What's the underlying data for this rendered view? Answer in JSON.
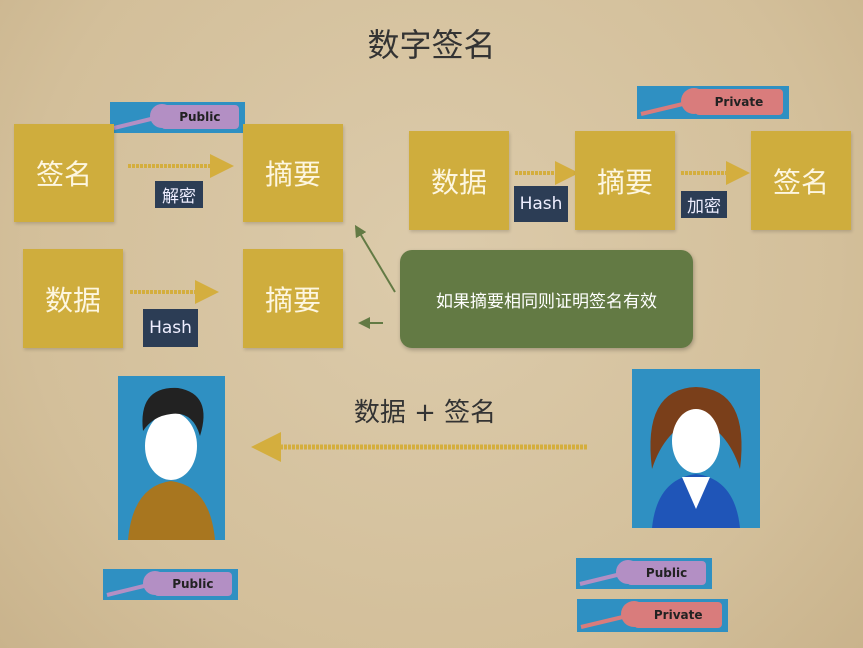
{
  "title": "数字签名",
  "left": {
    "sig_box": "签名",
    "digest_box1": "摘要",
    "decrypt_label": "解密",
    "data_box": "数据",
    "digest_box2": "摘要",
    "hash_label": "Hash",
    "key_label": "Public"
  },
  "right": {
    "data_box": "数据",
    "hash_label": "Hash",
    "digest_box": "摘要",
    "encrypt_label": "加密",
    "sig_box": "签名",
    "key_label": "Private"
  },
  "compare_note": "如果摘要相同则证明签名有效",
  "transfer_label": "数据 + 签名",
  "receiver": {
    "key_label": "Public"
  },
  "sender": {
    "public_key_label": "Public",
    "private_key_label": "Private"
  },
  "colors": {
    "box": "#cfad3d",
    "label": "#2c3d55",
    "note": "#637a44",
    "key_band": "#2f90c2",
    "public_tag": "#b38fc4",
    "private_tag": "#d97c7c"
  }
}
